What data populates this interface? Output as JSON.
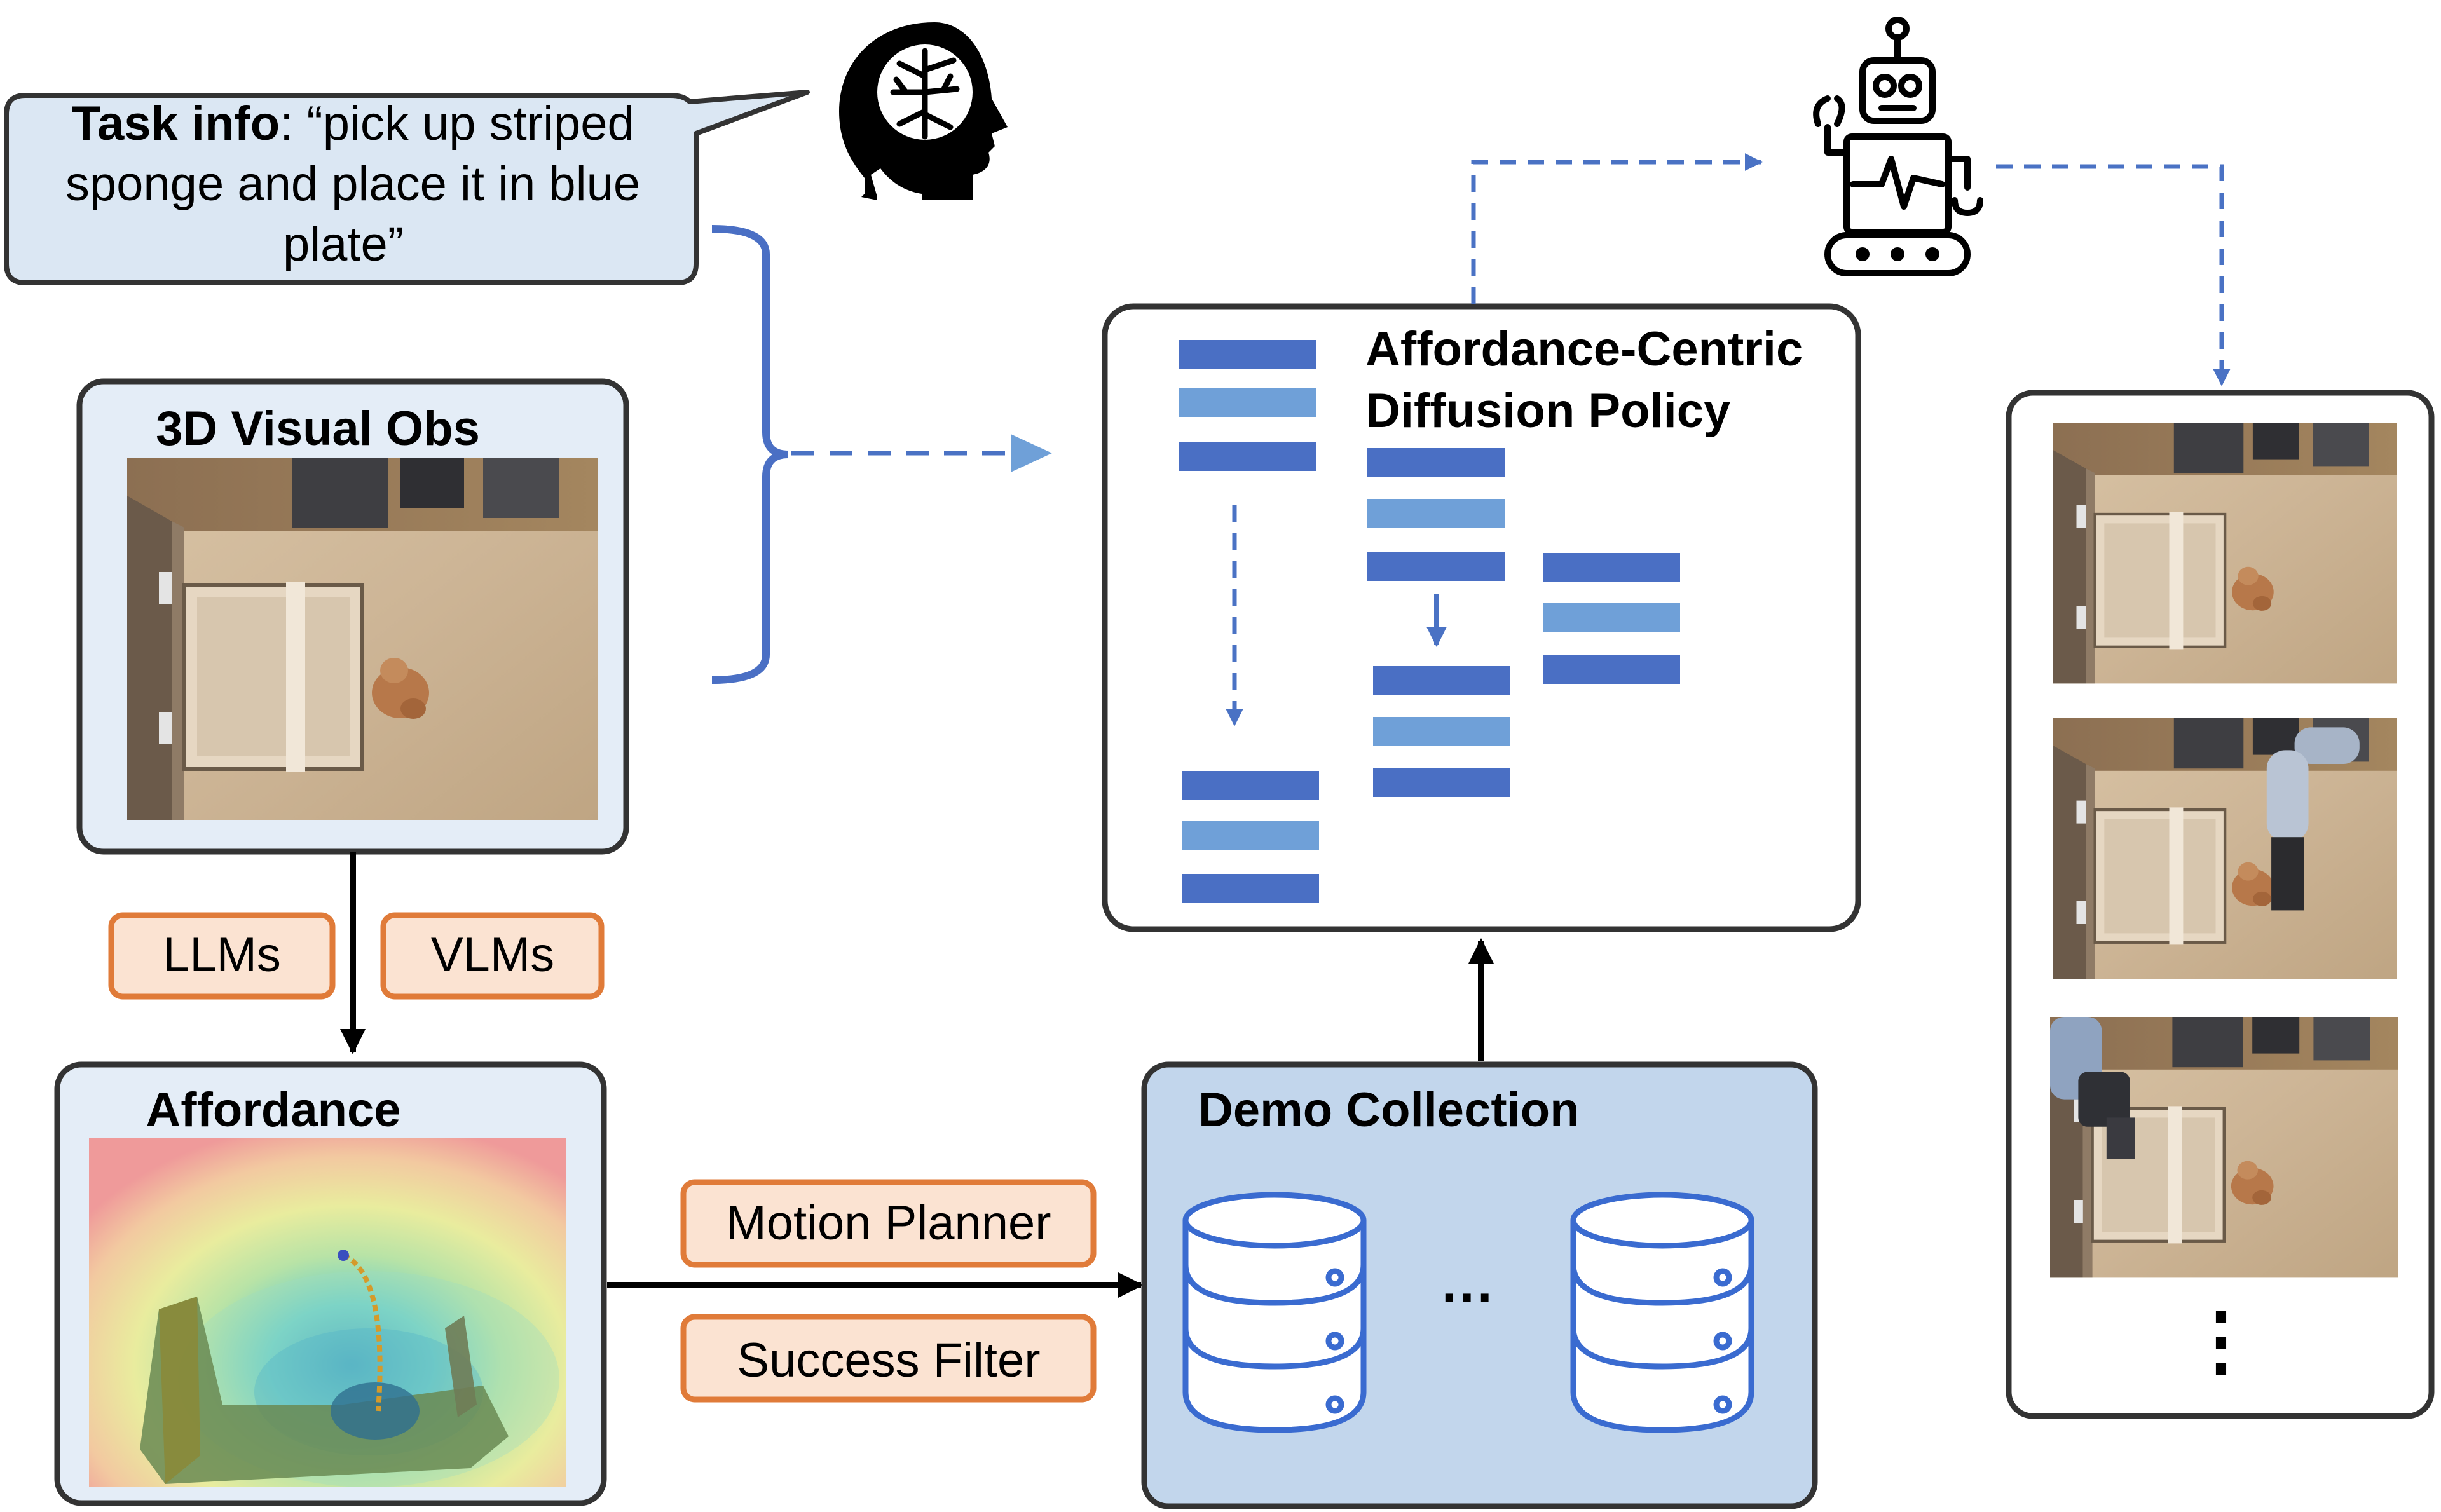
{
  "task": {
    "label_bold": "Task info",
    "label_rest_line1": ": “pick up striped",
    "line2": "sponge and place it in blue",
    "line3": "plate”"
  },
  "visual_obs": {
    "title": "3D Visual Obs"
  },
  "model_tags": {
    "llm": "LLMs",
    "vlm": "VLMs"
  },
  "affordance": {
    "title": "Affordance"
  },
  "process_tags": {
    "motion_planner": "Motion Planner",
    "success_filter": "Success Filter"
  },
  "demo": {
    "title": "Demo Collection",
    "ellipsis": "···"
  },
  "policy": {
    "title_line1": "Affordance-Centric",
    "title_line2": "Diffusion Policy"
  },
  "rollout": {
    "ellipsis": "⋮"
  },
  "icons": {
    "brain": "brain-head-icon",
    "robot": "robot-icon",
    "database": "database-icon"
  },
  "colors": {
    "bubble_fill": "#dbe7f3",
    "panel_fill": "#e4edf7",
    "demo_fill": "#c2d6ec",
    "tag_fill": "#fbe3d2",
    "tag_stroke": "#e07b39",
    "bar_dark": "#4a6fc4",
    "bar_light": "#6fa0d8",
    "arrow_blue": "#4a72c4",
    "brace_blue": "#4a6fc4"
  }
}
